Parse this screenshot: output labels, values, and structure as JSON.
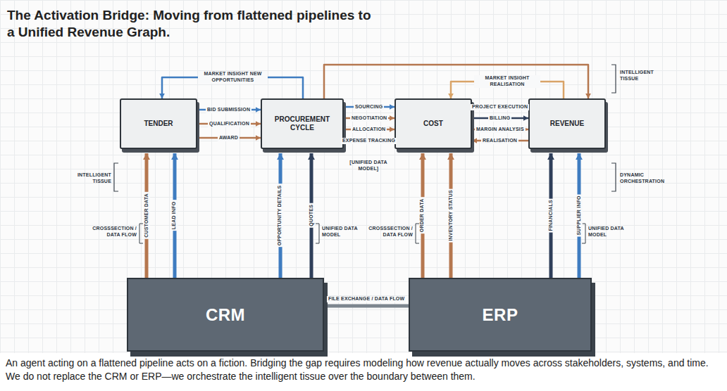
{
  "diagram": {
    "title": "The Activation Bridge: Moving from flattened pipelines to a Unified Revenue Graph.",
    "caption": "An agent acting on a flattened pipeline acts on a fiction. Bridging the gap requires modeling how revenue actually moves across stakeholders, systems, and time. We do not replace the CRM or ERP—we orchestrate the intelligent tissue over the boundary between them.",
    "nodes": [
      {
        "text": [
          "TENDER"
        ]
      },
      {
        "text": [
          "PROCUREMENT CYCLE"
        ]
      },
      {
        "text": [
          "COST"
        ]
      },
      {
        "text": [
          "REVENUE"
        ]
      },
      {
        "text": [
          "CRM"
        ]
      },
      {
        "text": [
          "ERP"
        ]
      }
    ],
    "edges": [
      {
        "from": 0,
        "to": 1,
        "label": "BID SUBMISSION",
        "arrow": "to"
      },
      {
        "from": 0,
        "to": 1,
        "label": "QUALIFICATION",
        "arrow": "to"
      },
      {
        "from": 0,
        "to": 1,
        "label": "AWARD",
        "arrow": "to"
      },
      {
        "from": 1,
        "to": 0,
        "label": "MARKET INSIGHT NEW OPPORTUNITIES",
        "arrow": "to"
      },
      {
        "from": 1,
        "to": 2,
        "label": "SOURCING",
        "arrow": "to"
      },
      {
        "from": 1,
        "to": 2,
        "label": "NEGOTIATION",
        "arrow": "to"
      },
      {
        "from": 1,
        "to": 2,
        "label": "ALLOCATION",
        "arrow": "to"
      },
      {
        "from": 2,
        "to": 1,
        "label": "EXPENSE TRACKING",
        "arrow": "to"
      },
      {
        "from": 2,
        "to": 3,
        "label": "PROJECT EXECUTION",
        "arrow": "to"
      },
      {
        "from": 2,
        "to": 3,
        "label": "BILLING",
        "arrow": "to"
      },
      {
        "from": 2,
        "to": 3,
        "label": "MARGIN ANALYSIS",
        "arrow": "to"
      },
      {
        "from": 3,
        "to": 2,
        "label": "REALISATION",
        "arrow": "to"
      },
      {
        "from": 1,
        "to": 3,
        "arrow": "to"
      },
      {
        "from": 3,
        "to": 2,
        "label": "MARKET INSIGHT REALISATION",
        "arrow": "to"
      },
      {
        "from": 4,
        "to": 0,
        "label": "CUSTOMER DATA",
        "arrow": "to"
      },
      {
        "from": 4,
        "to": 0,
        "label": "LEAD INFO",
        "arrow": "to"
      },
      {
        "from": 4,
        "to": 1,
        "label": "OPPORTUNITY DETAILS",
        "arrow": "to"
      },
      {
        "from": 4,
        "to": 1,
        "label": "QUOTES",
        "arrow": "to"
      },
      {
        "from": 5,
        "to": 2,
        "label": "ORDER DATA",
        "arrow": "to"
      },
      {
        "from": 5,
        "to": 2,
        "label": "INVENTORY STATUS",
        "arrow": "to"
      },
      {
        "from": 5,
        "to": 3,
        "label": "FINANCIALS",
        "arrow": "to"
      },
      {
        "from": 5,
        "to": 3,
        "label": "SUPPLIER INFO",
        "arrow": "to"
      },
      {
        "from": 4,
        "to": 5,
        "label": "FILE EXCHANGE / DATA FLOW",
        "arrow": "none"
      }
    ],
    "labels": [
      "INTELLIGENT TISSUE",
      "INTELLIGENT TISSUE",
      "DYNAMIC ORCHESTRATION",
      "[UNIFIED DATA MODEL]",
      "CROSSSECTION / DATA FLOW",
      "UNIFIED DATA MODEL",
      "CROSSSECTION / DATA FLOW",
      "UNIFIED DATA MODEL"
    ]
  }
}
